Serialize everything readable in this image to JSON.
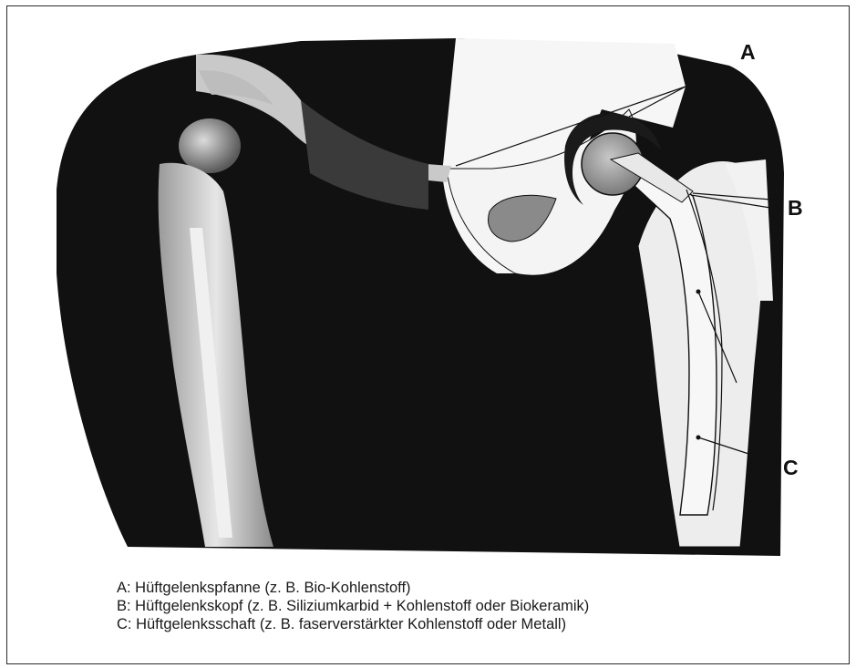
{
  "labels": {
    "a": "A",
    "b": "B",
    "c": "C"
  },
  "legend": [
    "A: Hüftgelenkspfanne (z. B. Bio-Kohlenstoff)",
    "B: Hüftgelenkskopf (z. B. Siliziumkarbid + Kohlenstoff oder Biokeramik)",
    "C: Hüftgelenksschaft (z. B. faserverstärkter Kohlenstoff oder Metall)"
  ],
  "colors": {
    "background": "#ffffff",
    "xray_dark": "#111111",
    "bone": "#d8d8d8",
    "implant": "#f2f2f2",
    "head": "#9c9c9c",
    "frame": "#2a2a2a"
  }
}
